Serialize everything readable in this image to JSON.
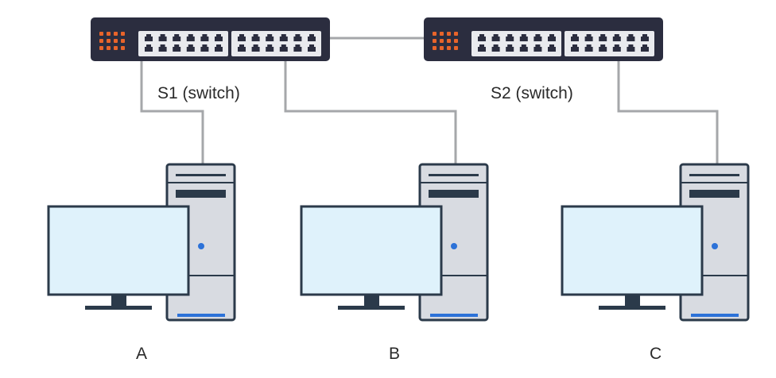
{
  "switches": [
    {
      "label": "S1 (switch)"
    },
    {
      "label": "S2 (switch)"
    }
  ],
  "computers": [
    {
      "label": "A"
    },
    {
      "label": "B"
    },
    {
      "label": "C"
    }
  ],
  "colors": {
    "switch_body": "#2b2d3f",
    "switch_led": "#e8642a",
    "port_panel": "#e9eaee",
    "cable": "#a5a7aa",
    "tower_body": "#d8dbe1",
    "outline": "#2b3a4a",
    "screen": "#dff2fb",
    "power_led": "#2c72d8",
    "tower_base": "#2c72d8"
  }
}
